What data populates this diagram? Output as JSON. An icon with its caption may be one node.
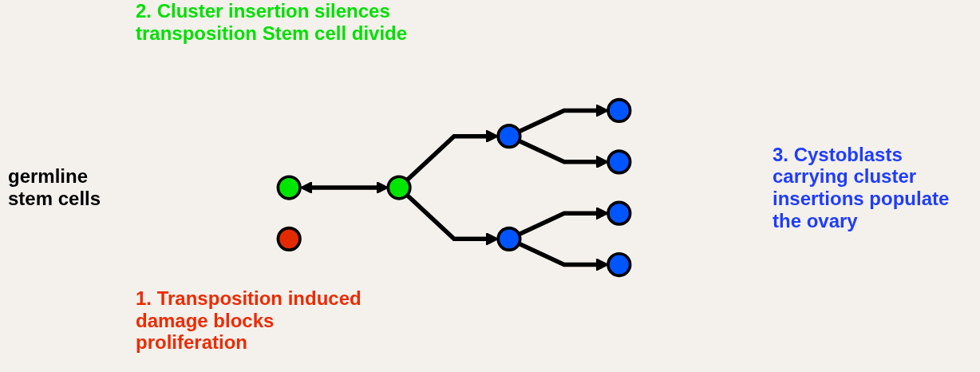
{
  "diagram": {
    "nodes": [
      {
        "text": [],
        "shape": "circle"
      },
      {
        "text": [],
        "shape": "circle"
      },
      {
        "text": [],
        "shape": "circle"
      },
      {
        "text": [],
        "shape": "circle"
      },
      {
        "text": [],
        "shape": "circle"
      },
      {
        "text": [],
        "shape": "circle"
      },
      {
        "text": [],
        "shape": "circle"
      },
      {
        "text": [],
        "shape": "circle"
      },
      {
        "text": [],
        "shape": "circle"
      }
    ],
    "edges": [
      {
        "from": 0,
        "to": 2,
        "arrow": "both"
      },
      {
        "from": 2,
        "to": 3,
        "arrow": "to"
      },
      {
        "from": 2,
        "to": 4,
        "arrow": "to"
      },
      {
        "from": 3,
        "to": 5,
        "arrow": "to"
      },
      {
        "from": 3,
        "to": 6,
        "arrow": "to"
      },
      {
        "from": 4,
        "to": 7,
        "arrow": "to"
      },
      {
        "from": 4,
        "to": 8,
        "arrow": "to"
      }
    ],
    "labels": [
      "2.  Cluster insertion silences transposition Stem cell divide",
      "3.  Cystoblasts carrying cluster insertions populate the ovary",
      "germline stem cells",
      "1.  Transposition induced damage blocks proliferation"
    ]
  }
}
